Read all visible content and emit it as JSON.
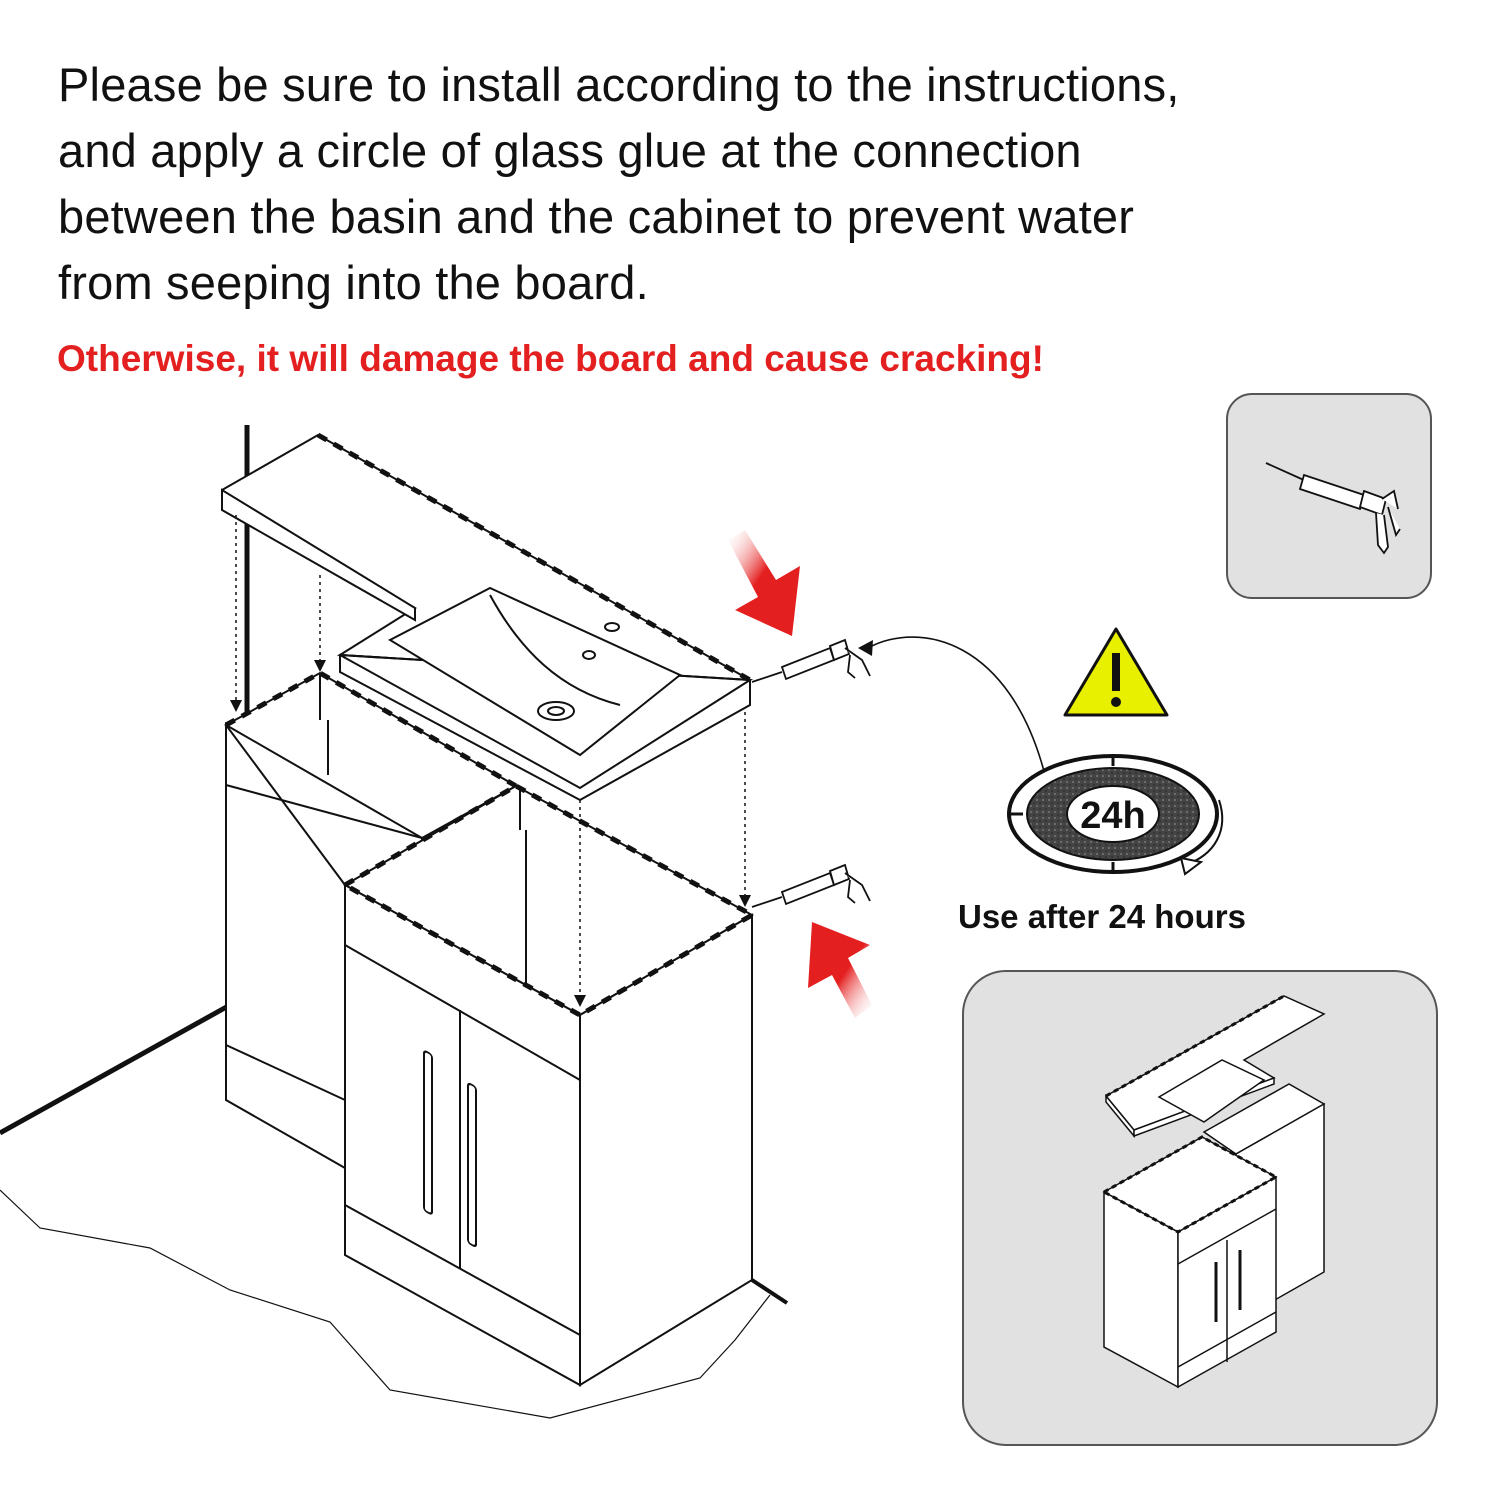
{
  "instructions": {
    "lines": [
      "Please be sure to install according to the instructions,",
      "and apply a circle of glass glue at the connection",
      "between the basin and the cabinet to prevent water",
      "from seeping into the board."
    ],
    "warning": "Otherwise, it will damage the board and cause cracking!"
  },
  "timer": {
    "label": "24h",
    "caption": "Use after 24 hours"
  },
  "icons": {
    "warning": "warning-triangle-icon",
    "caulk_gun": "caulk-gun-icon",
    "timer": "timer-24h-icon",
    "arrows": "red-arrow-icon"
  },
  "colors": {
    "warning_text": "#e41f1f",
    "warning_triangle": "#e8f000",
    "arrow_red": "#e41f1f",
    "panel_bg": "#e1e1e1"
  }
}
